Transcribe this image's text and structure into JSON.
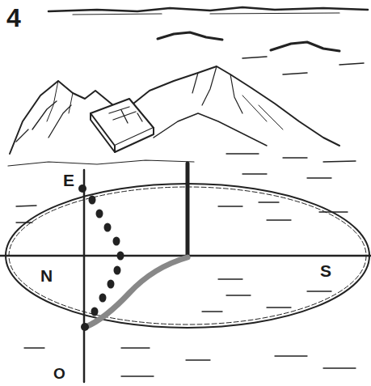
{
  "diagram": {
    "labels": [
      "4",
      "E",
      "N",
      "S",
      "O"
    ]
  }
}
